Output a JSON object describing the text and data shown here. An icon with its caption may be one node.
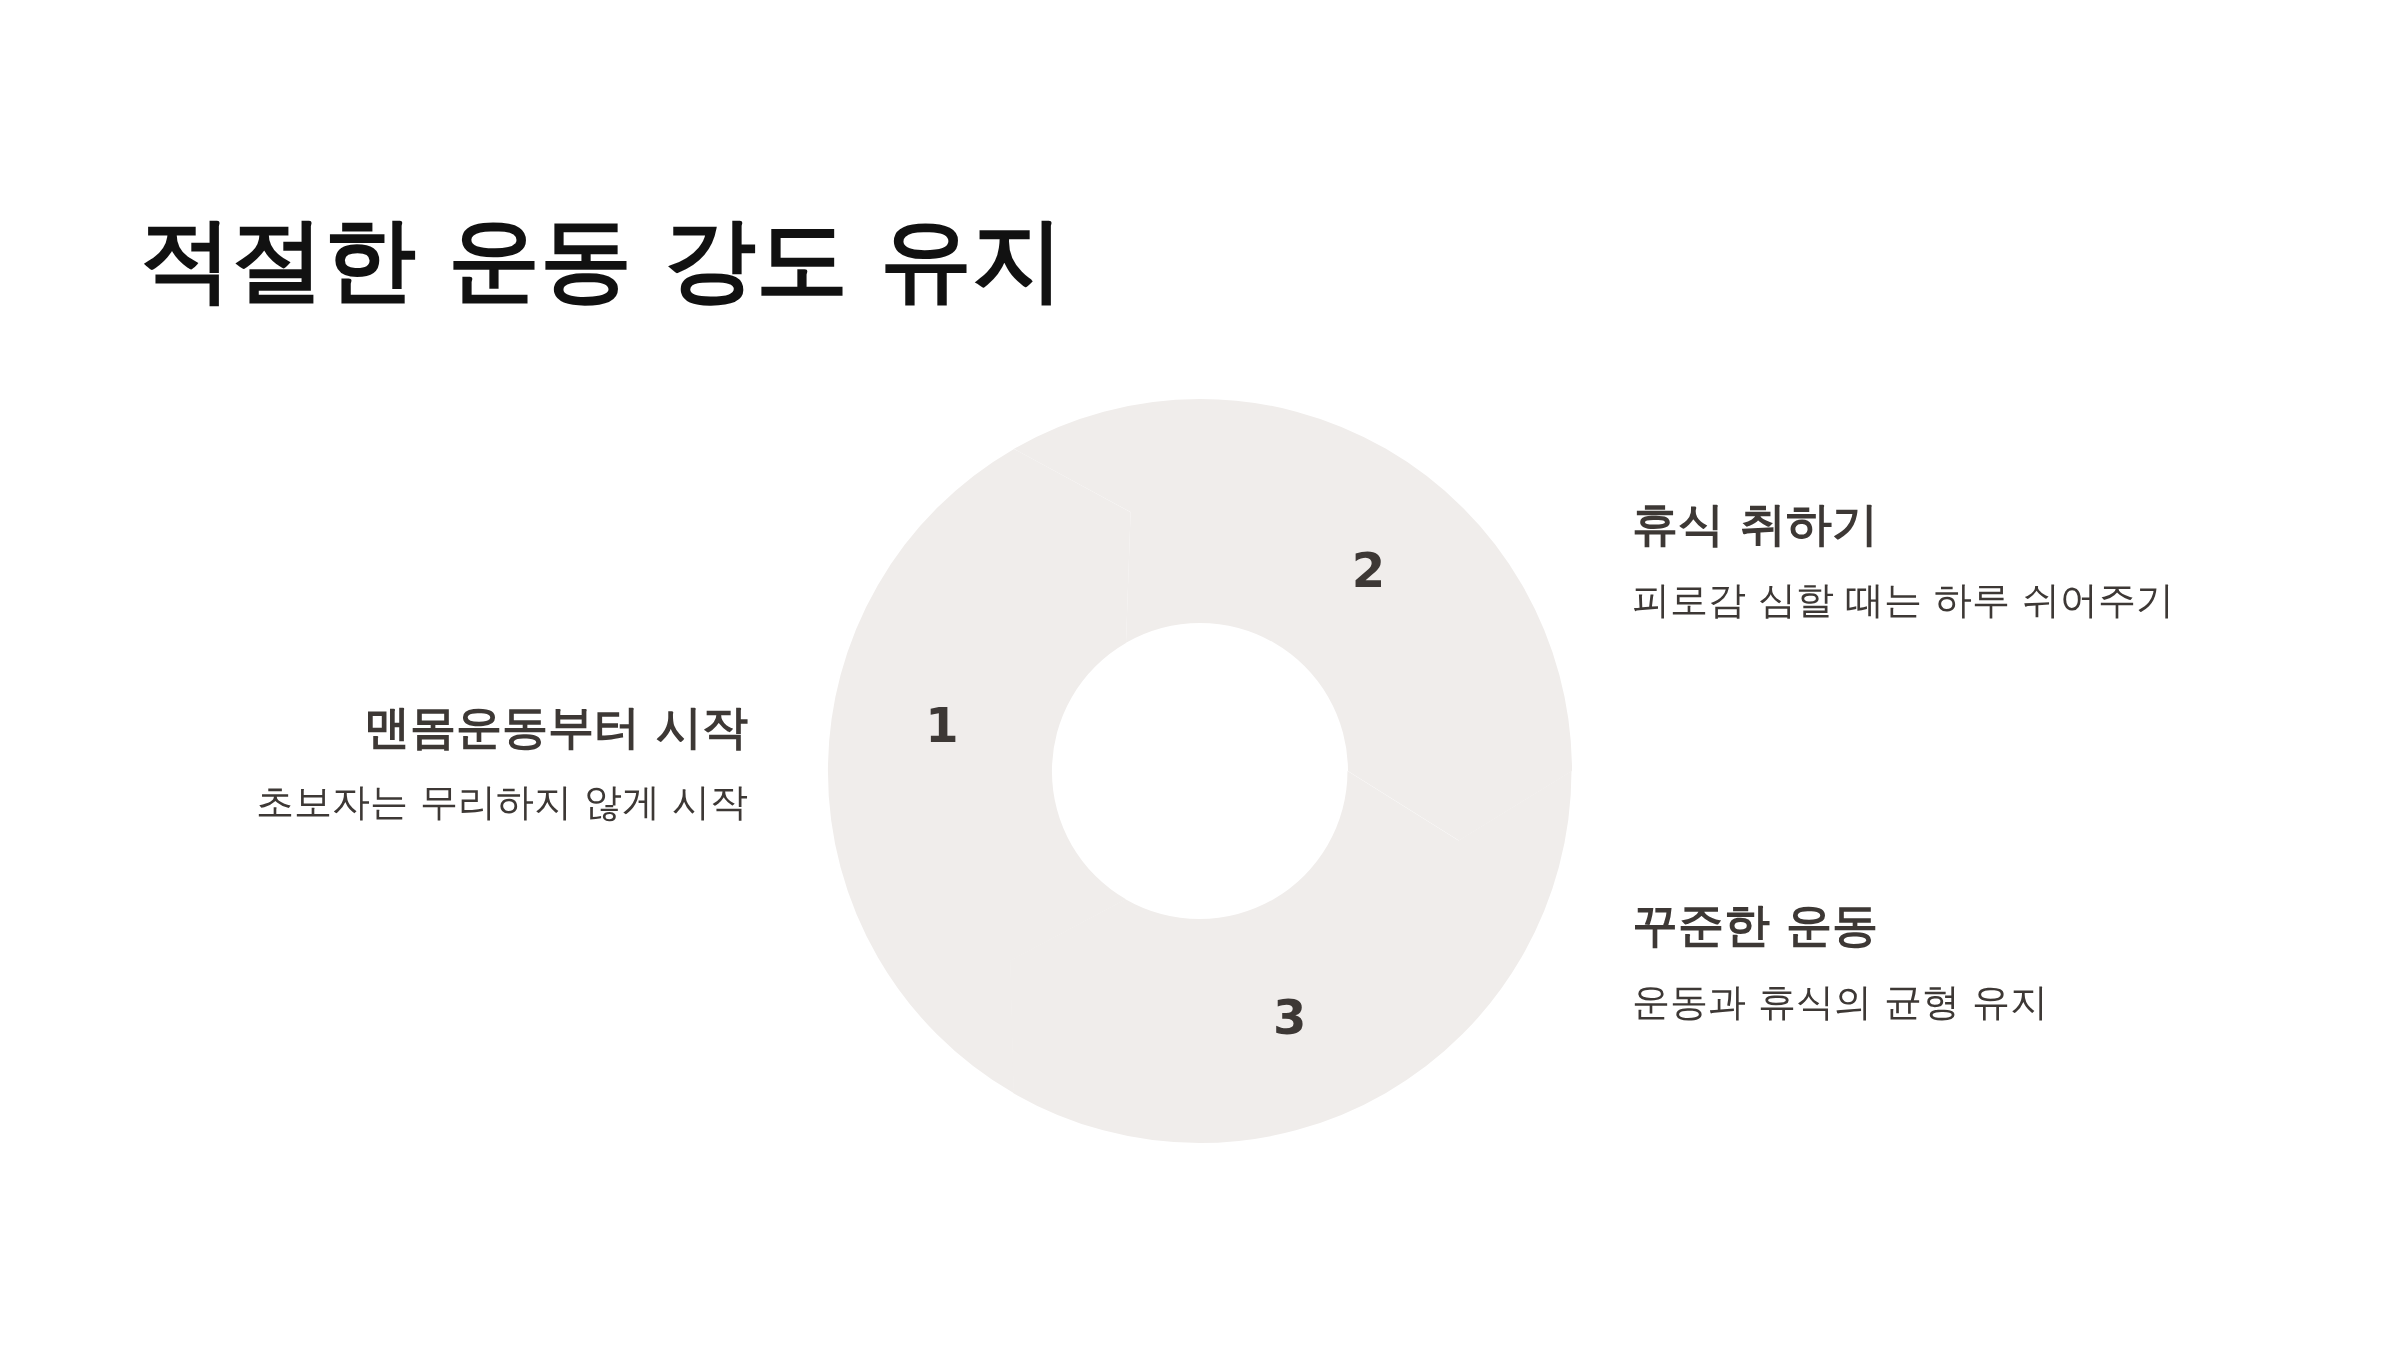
{
  "diagram": {
    "title": "적절한 운동 강도 유지",
    "nodes": [
      {
        "text": [
          "1"
        ],
        "beside": [
          "맨몸운동부터 시작",
          "초보자는 무리하지 않게 시작"
        ]
      },
      {
        "text": [
          "2"
        ],
        "beside": [
          "휴식 취하기",
          "피로감 심할 때는 하루 쉬어주기"
        ]
      },
      {
        "text": [
          "3"
        ],
        "beside": [
          "꾸준한 운동",
          "운동과 휴식의 균형 유지"
        ]
      }
    ]
  }
}
